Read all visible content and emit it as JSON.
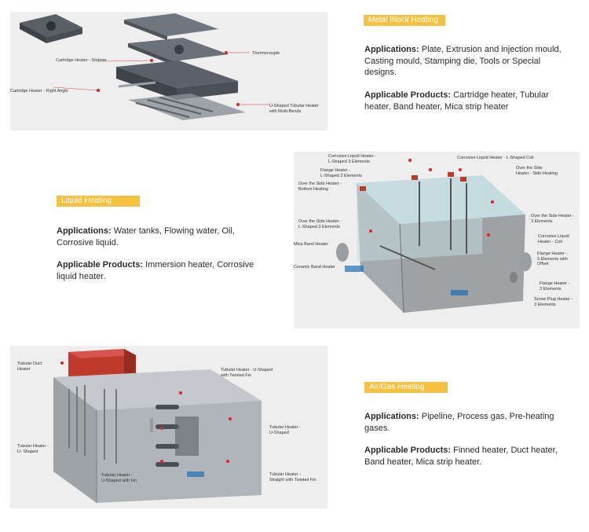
{
  "sections": [
    {
      "tag": "Metal Block Heating",
      "applications_label": "Applications:",
      "applications": "Plate, Extrusion and injection mould, Casting mould, Stamping die, Tools or Special designs.",
      "products_label": "Applicable Products:",
      "products": "Cartridge heater, Tubular heater, Band heater, Mica strip heater",
      "labels": [
        "Cartridge Heater - Stopper",
        "Thermocouple",
        "Cartridge Heater - Right Angle",
        "U-Shaped Tubular Heater\nwith Multi-Bends"
      ]
    },
    {
      "tag": "Liquid Heating",
      "applications_label": "Applications:",
      "applications": "Water tanks, Flowing water, Oil, Corrosive liquid.",
      "products_label": "Applicable Products:",
      "products": "Immersion heater, Corrosive liquid heater.",
      "labels": [
        "Corrosive Liquid Heater -\nL-Shaped 3 Elements",
        "Corrosive Liquid Heater - L-Shaped Coil",
        "Flange Heater -\nL-Shaped 3 Elements",
        "Over the Side\nHeater - Side Heating",
        "Over the Side Heater -\nBottom Heating",
        "Over the Side Heater -\nL-Shaped 3 Elements",
        "Over the Side Heater -\n3 Elements",
        "Mica Band Heater",
        "Corrosive Liquid\nHeater - Coil",
        "Flange Heater -\n9 Elements with Offset",
        "Ceramic Band Heater",
        "Flange Heater -\n3 Elements",
        "Screw Plug Heater -\n3 Elements"
      ]
    },
    {
      "tag": "Air/Gas Heating",
      "applications_label": "Applications:",
      "applications": "Pipeline, Process gas, Pre-heating gases.",
      "products_label": "Applicable Products:",
      "products": "Finned heater, Duct heater, Band heater, Mica strip heater.",
      "labels": [
        "Tubular Duct\nHeater",
        "Tubular Heater - U-Shaped\nwith Twisted Fin",
        "Tubular Heater -\nU-Shaped",
        "Tubular Heater -\nU- Shaped",
        "Tubular Heater -\nU-Shaped with Fin",
        "Tubular Heater -\nStraight with Twisted Fin"
      ]
    }
  ]
}
